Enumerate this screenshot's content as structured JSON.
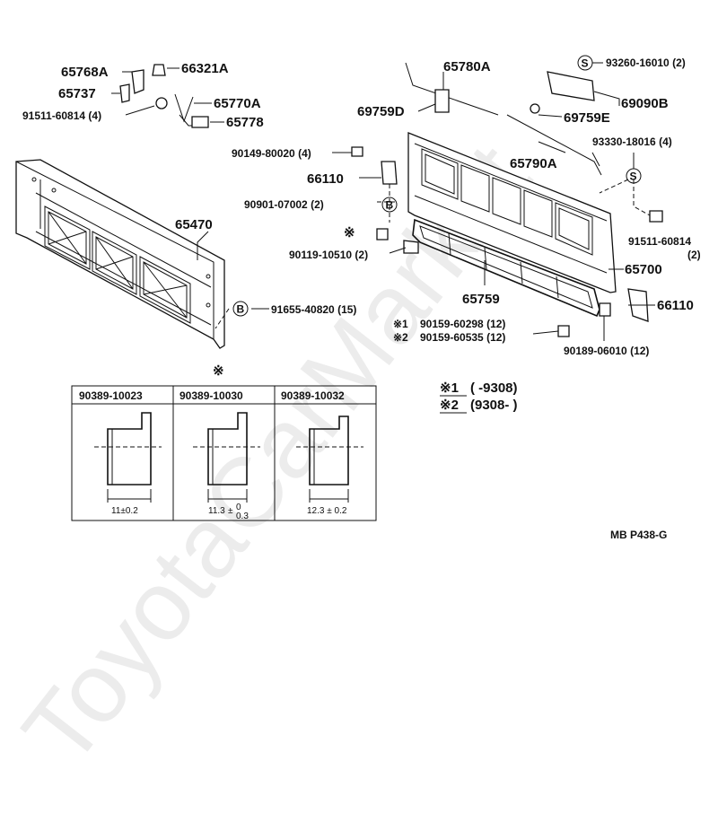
{
  "watermark": "ToyotaCarMarket",
  "diagram_code": "MB  P438-G",
  "callouts": {
    "p65768a": "65768A",
    "p66321a": "66321A",
    "p65737": "65737",
    "p65770a": "65770A",
    "p91511_60814_left": "91511-60814 (4)",
    "p65778": "65778",
    "p65780a": "65780A",
    "p69759d": "69759D",
    "p93260": "93260-16010 (2)",
    "p69090b": "69090B",
    "p69759e": "69759E",
    "p93330": "93330-18016 (4)",
    "p65790a": "65790A",
    "p90149": "90149-80020 (4)",
    "p66110_upper": "66110",
    "p90901": "90901-07002 (2)",
    "p90119": "90119-10510 (2)",
    "p65470": "65470",
    "p91511_60814_right": "91511-60814",
    "p91511_60814_right_qty": "(2)",
    "p65700": "65700",
    "p65759": "65759",
    "p66110_lower": "66110",
    "p91655": "91655-40820 (15)",
    "p90159_60298": "90159-60298 (12)",
    "p90159_60535": "90159-60535 (12)",
    "p90189": "90189-06010 (12)"
  },
  "markers": {
    "s": "S",
    "b": "B",
    "kome": "※",
    "kome1": "※1",
    "kome2": "※2"
  },
  "notes": {
    "line1_mark": "※1",
    "line1_text": "(       -9308)",
    "line2_mark": "※2",
    "line2_text": "(9308-        )"
  },
  "spacer_table": {
    "headers": [
      "90389-10023",
      "90389-10030",
      "90389-10032"
    ],
    "dimensions": [
      "11±0.2",
      "11.3",
      "12.3 ± 0.2"
    ],
    "dim2_tol_upper": "0",
    "dim2_tol_lower": "0.3",
    "dim2_pm": "±"
  }
}
